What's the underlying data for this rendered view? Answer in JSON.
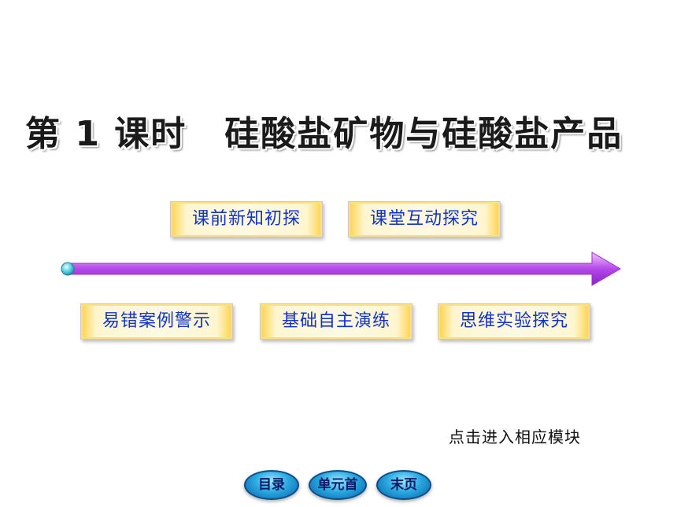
{
  "title": {
    "part1": "第 1 课时",
    "part2": "硅酸盐矿物与硅酸盐产品"
  },
  "modules": {
    "row1": [
      "课前新知初探",
      "课堂互动探究"
    ],
    "row2": [
      "易错案例警示",
      "基础自主演练",
      "思维实验探究"
    ]
  },
  "hint": "点击进入相应模块",
  "nav": {
    "toc": "目录",
    "unit_first": "单元首",
    "last": "末页"
  },
  "colors": {
    "button_text": "#1133cc",
    "arrow": "#b040e8",
    "nav": "#29a9e0"
  }
}
